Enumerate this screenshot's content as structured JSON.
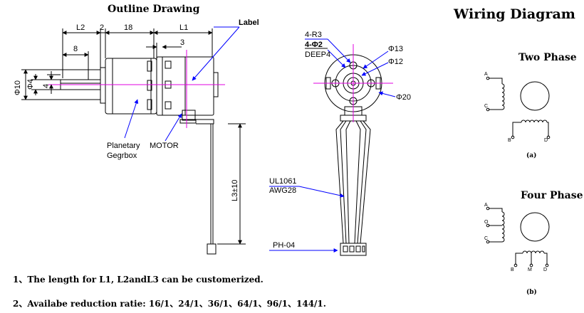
{
  "titles": {
    "outline": "Outline Drawing",
    "wiring": "Wiring Diagram",
    "two_phase": "Two Phase",
    "four_phase": "Four Phase"
  },
  "side_view": {
    "dims": {
      "L2": "L2",
      "two": "2",
      "eighteen": "18",
      "L1": "L1",
      "eight": "8",
      "three": "3",
      "dia10": "Φ10",
      "dia4": "Φ4",
      "four": "4",
      "L3": "L3±10"
    },
    "labels": {
      "label": "Label",
      "gearbox_line1": "Planetary",
      "gearbox_line2": "Gegrbox",
      "motor": "MOTOR"
    }
  },
  "front_view": {
    "r3": "4-R3",
    "holes": "4-Φ2",
    "deep": "DEEP4",
    "d13": "Φ13",
    "d12": "Φ12",
    "d20": "Φ20",
    "cable_line1": "UL1061",
    "cable_line2": "AWG28",
    "connector": "PH-04"
  },
  "wiring": {
    "two_phase": {
      "pins": [
        "A",
        "C",
        "B",
        "D"
      ],
      "caption": "(a)"
    },
    "four_phase": {
      "pins": [
        "A",
        "O",
        "C",
        "B",
        "M",
        "D"
      ],
      "caption": "(b)"
    }
  },
  "notes": [
    "1、The length for L1, L2andL3 can be customerized.",
    "2、Availabe reduction ratie: 16/1、24/1、36/1、64/1、96/1、144/1."
  ],
  "colors": {
    "line": "#000000",
    "centerline": "#e000e0",
    "leader": "#0000ff"
  }
}
